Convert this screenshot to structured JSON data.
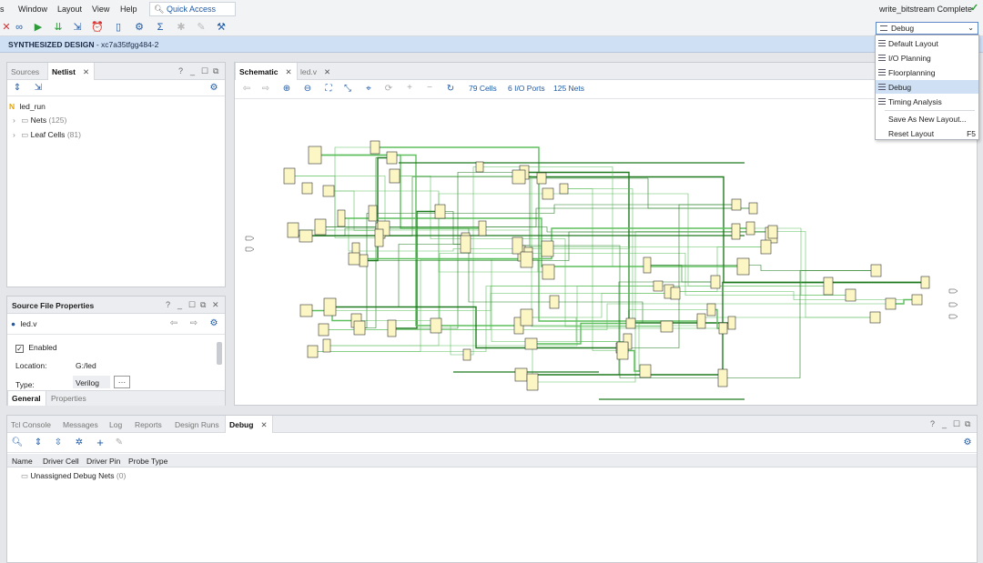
{
  "menu": {
    "items": [
      "s",
      "Window",
      "Layout",
      "View",
      "Help"
    ],
    "quick_access": "Quick Access"
  },
  "status": {
    "text": "write_bitstream Complete"
  },
  "layout_select": {
    "value": "Debug",
    "options": [
      "Default Layout",
      "I/O Planning",
      "Floorplanning",
      "Debug",
      "Timing Analysis"
    ],
    "save_as": "Save As New Layout...",
    "reset": "Reset Layout",
    "reset_shortcut": "F5"
  },
  "banner": {
    "title": "SYNTHESIZED DESIGN",
    "part": " - xc7a35tfgg484-2"
  },
  "netlist_panel": {
    "tabs": [
      "Sources",
      "Netlist"
    ],
    "root": "led_run",
    "items": [
      {
        "label": "Nets",
        "count": "(125)"
      },
      {
        "label": "Leaf Cells",
        "count": "(81)"
      }
    ]
  },
  "props_panel": {
    "title": "Source File Properties",
    "file": "led.v",
    "enabled": "Enabled",
    "location_label": "Location:",
    "location_value": "G:/led",
    "type_label": "Type:",
    "type_value": "Verilog",
    "more": "···",
    "tabs": [
      "General",
      "Properties"
    ]
  },
  "schematic": {
    "tabs": [
      "Schematic",
      "led.v"
    ],
    "cells": "79 Cells",
    "ports": "6 I/O Ports",
    "nets": "125 Nets"
  },
  "bottom": {
    "tabs": [
      "Tcl Console",
      "Messages",
      "Log",
      "Reports",
      "Design Runs",
      "Debug"
    ],
    "columns": [
      "Name",
      "Driver Cell",
      "Driver Pin",
      "Probe Type"
    ],
    "row": "Unassigned Debug Nets",
    "row_count": "(0)"
  },
  "colors": {
    "accent": "#1f5aa6",
    "banner": "#cfe0f4",
    "wire": "#2ca02c",
    "cell": "#fbf6c4"
  }
}
